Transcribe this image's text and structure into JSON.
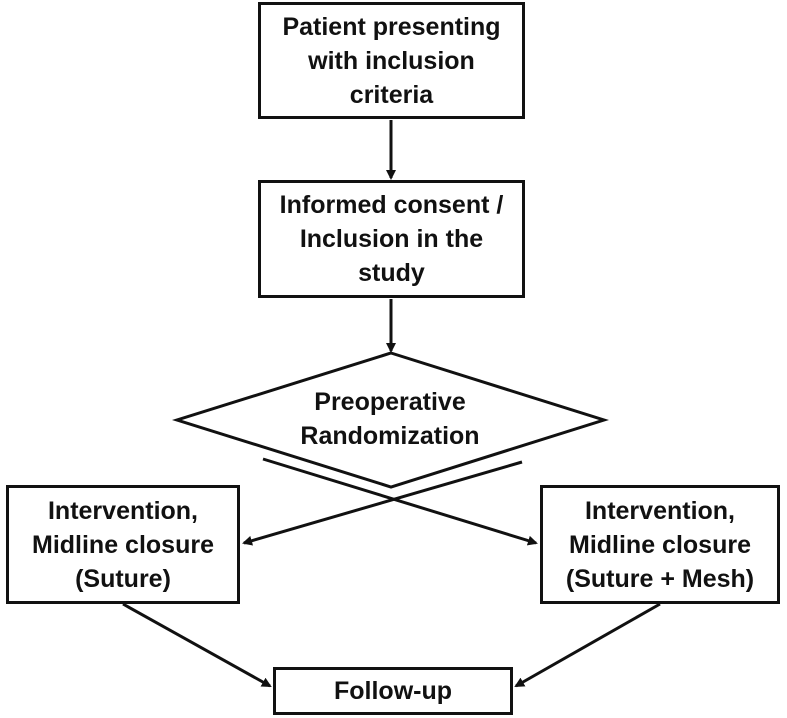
{
  "diagram": {
    "type": "flowchart",
    "nodes": {
      "patient": {
        "lines": [
          "Patient presenting",
          "with inclusion",
          "criteria"
        ]
      },
      "consent": {
        "lines": [
          "Informed consent /",
          "Inclusion in the",
          "study"
        ]
      },
      "randomization": {
        "lines": [
          "Preoperative",
          "Randomization"
        ],
        "shape": "diamond"
      },
      "suture": {
        "lines": [
          "Intervention,",
          "Midline closure",
          "(Suture)"
        ]
      },
      "mesh": {
        "lines": [
          "Intervention,",
          "Midline closure",
          "(Suture + Mesh)"
        ]
      },
      "followup": {
        "lines": [
          "Follow-up"
        ]
      }
    },
    "edges": [
      {
        "from": "patient",
        "to": "consent"
      },
      {
        "from": "consent",
        "to": "randomization"
      },
      {
        "from": "randomization",
        "to": "suture"
      },
      {
        "from": "randomization",
        "to": "mesh"
      },
      {
        "from": "suture",
        "to": "followup"
      },
      {
        "from": "mesh",
        "to": "followup"
      }
    ],
    "colors": {
      "stroke": "#111111",
      "fill": "#ffffff",
      "text": "#111111"
    }
  }
}
